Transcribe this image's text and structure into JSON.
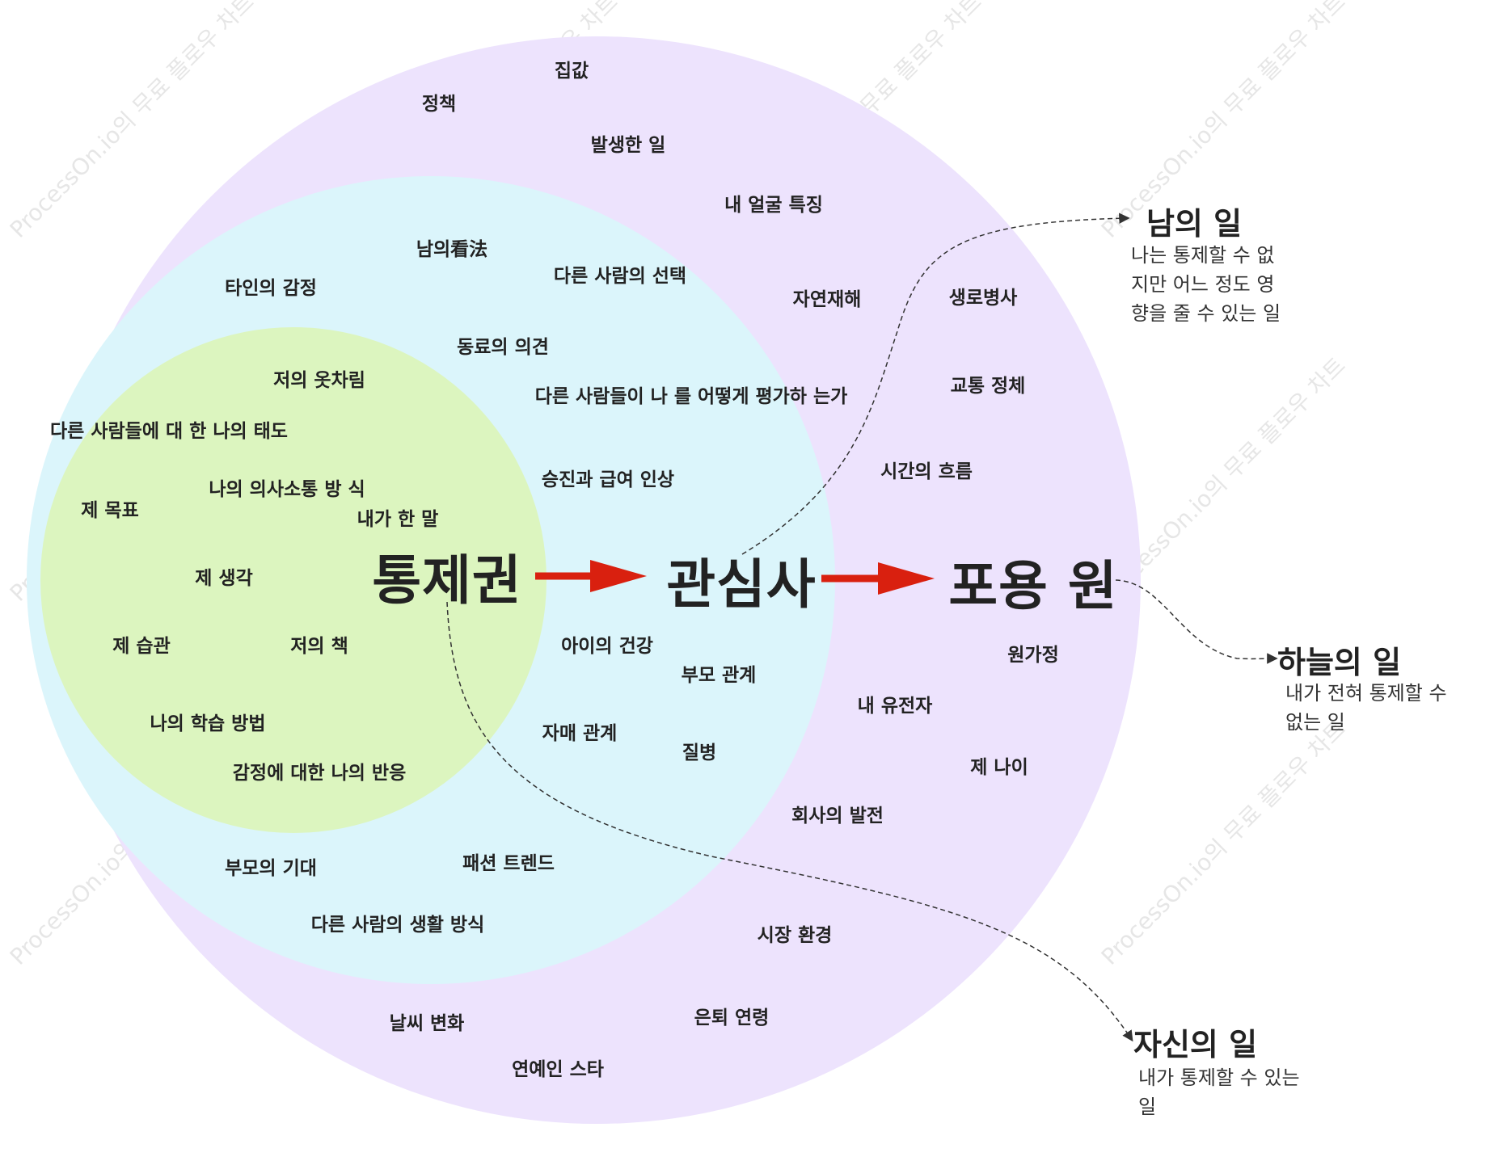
{
  "colors": {
    "outer_circle": "#ede3fd",
    "middle_circle": "#dbf5fb",
    "inner_circle": "#dcf5bf",
    "arrow": "#d9200f",
    "connector": "#333333"
  },
  "watermark": "ProcessOn.io의 무료 플로우 차트",
  "main_terms": {
    "control": "통제권",
    "concern": "관심사",
    "acceptance": "포용 원"
  },
  "inner_items": [
    "저의 옷차림",
    "다른 사람들에 대\n한 나의 태도",
    "나의 의사소통 방\n식",
    "제 목표",
    "내가 한 말",
    "제 생각",
    "제 습관",
    "저의 책",
    "나의 학습 방법",
    "감정에 대한 나의\n반응"
  ],
  "middle_items": [
    "남의看法",
    "다른 사람의 선택",
    "타인의 감정",
    "동료의 의견",
    "다른 사람들이 나\n를 어떻게 평가하\n는가",
    "승진과 급여 인상",
    "아이의 건강",
    "부모 관계",
    "자매 관계",
    "질병",
    "부모의 기대",
    "패션 트렌드",
    "다른 사람의 생활\n방식"
  ],
  "outer_items": [
    "집값",
    "정책",
    "발생한 일",
    "내 얼굴 특징",
    "자연재해",
    "생로병사",
    "교통 정체",
    "시간의 흐름",
    "원가정",
    "내 유전자",
    "제 나이",
    "회사의 발전",
    "시장 환경",
    "은퇴 연령",
    "날씨 변화",
    "연예인 스타"
  ],
  "categories": {
    "others": {
      "title": "남의 일",
      "desc": "나는 통제할 수 없\n지만 어느 정도 영\n향을 줄 수 있는 일"
    },
    "heaven": {
      "title": "하늘의 일",
      "desc": "내가 전혀 통제할 수\n없는 일"
    },
    "self": {
      "title": "자신의 일",
      "desc": "내가 통제할 수 있는\n일"
    }
  }
}
